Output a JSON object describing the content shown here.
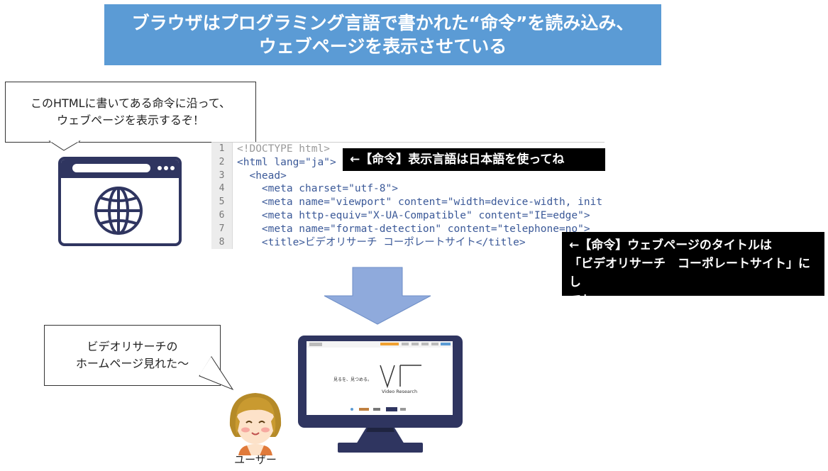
{
  "title": {
    "line1": "ブラウザはプログラミング言語で書かれた“命令”を読み込み、",
    "line2": "ウェブページを表示させている"
  },
  "browser_bubble": {
    "line1": "このHTMLに書いてある命令に沿って、",
    "line2": "ウェブページを表示するぞ！"
  },
  "code": {
    "lines": [
      {
        "num": "1",
        "text": "<!DOCTYPE html>"
      },
      {
        "num": "2",
        "text": "<html lang=\"ja\">"
      },
      {
        "num": "3",
        "text": "  <head>"
      },
      {
        "num": "4",
        "text": "    <meta charset=\"utf-8\">"
      },
      {
        "num": "5",
        "text": "    <meta name=\"viewport\" content=\"width=device-width, init"
      },
      {
        "num": "6",
        "text": "    <meta http-equiv=\"X-UA-Compatible\" content=\"IE=edge\">"
      },
      {
        "num": "7",
        "text": "    <meta name=\"format-detection\" content=\"telephone=no\">"
      },
      {
        "num": "8",
        "text": "    <title>ビデオリサーチ コーポレートサイト</title>"
      }
    ]
  },
  "callouts": {
    "lang": "←【命令】表示言語は日本語を使ってね",
    "title_line1": "←【命令】ウェブページのタイトルは",
    "title_line2": "「ビデオリサーチ　コーポレートサイト」にし",
    "title_line3": "てね"
  },
  "website": {
    "tagline": "見るを、見つめる。",
    "logo_text": "Video Research"
  },
  "user_bubble": {
    "line1": "ビデオリサーチの",
    "line2": "ホームページ見れた〜"
  },
  "user": {
    "label": "ユーザー"
  },
  "colors": {
    "banner": "#5b9bd5",
    "arrow": "#8faadc",
    "icon_navy": "#2f3560",
    "callout_bg": "#000000"
  }
}
